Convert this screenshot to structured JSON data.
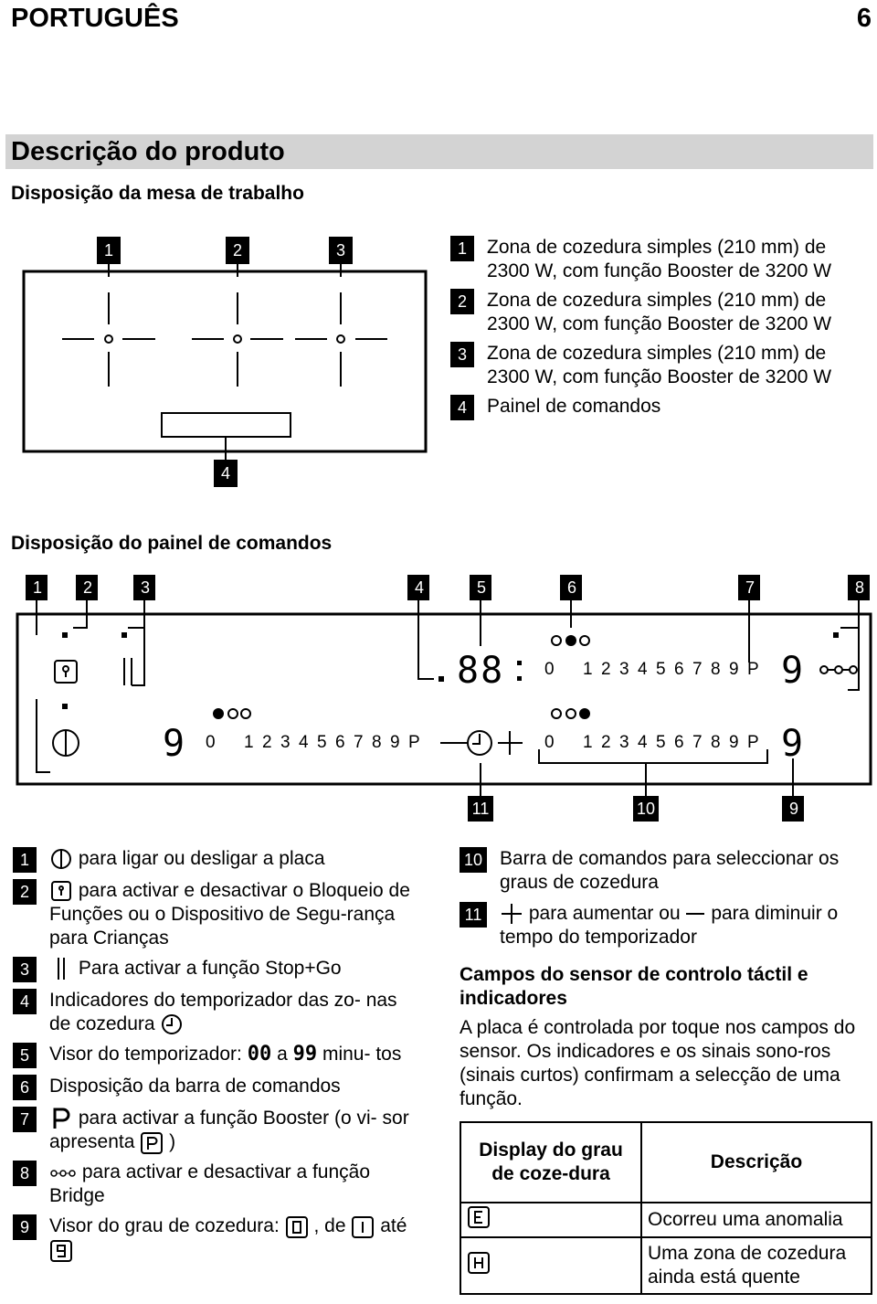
{
  "header": {
    "language": "PORTUGUÊS",
    "page_number": "6"
  },
  "section_title": "Descrição do produto",
  "hob_layout": {
    "title": "Disposição da mesa de trabalho",
    "callouts": [
      "1",
      "2",
      "3",
      "4"
    ],
    "legend": [
      {
        "num": "1",
        "text": "Zona de cozedura simples (210 mm) de 2300 W, com função Booster de 3200 W"
      },
      {
        "num": "2",
        "text": "Zona de cozedura simples (210 mm) de 2300 W, com função Booster de 3200 W"
      },
      {
        "num": "3",
        "text": "Zona de cozedura simples (210 mm) de 2300 W, com função Booster de 3200 W"
      },
      {
        "num": "4",
        "text": "Painel de comandos"
      }
    ]
  },
  "control_panel": {
    "title": "Disposição do painel de comandos",
    "top_callouts": [
      "1",
      "2",
      "3",
      "4",
      "5",
      "6",
      "7",
      "8"
    ],
    "bottom_callouts": [
      "11",
      "10",
      "9"
    ],
    "timer_display": "88",
    "scale": [
      "0",
      "1",
      "2",
      "3",
      "4",
      "5",
      "6",
      "7",
      "8",
      "9",
      "P"
    ],
    "level_display": "9"
  },
  "left_list": [
    {
      "num": "1",
      "text": "para ligar ou desligar a placa"
    },
    {
      "num": "2",
      "text": "para activar e desactivar o Bloqueio de Funções ou o Dispositivo de Segu-rança para Crianças"
    },
    {
      "num": "3",
      "text": "Para activar a função Stop+Go"
    },
    {
      "num": "4",
      "text_a": "Indicadores do temporizador das zo-",
      "text_b": "nas de cozedura"
    },
    {
      "num": "5",
      "text_a": "Visor do temporizador:",
      "mid": "a",
      "text_b": "minu-",
      "text_c": "tos",
      "d1": "00",
      "d2": "99"
    },
    {
      "num": "6",
      "text": "Disposição da barra de comandos"
    },
    {
      "num": "7",
      "text_a": "para activar a função Booster (o vi-",
      "text_b": "sor apresenta",
      "text_c": ")"
    },
    {
      "num": "8",
      "text_a": "para activar e desactivar a função",
      "text_b": "Bridge"
    },
    {
      "num": "9",
      "text_a": "Visor do grau de cozedura:",
      "text_b": ", de",
      "text_c": "até"
    }
  ],
  "right_list": [
    {
      "num": "10",
      "text": "Barra de comandos para seleccionar os graus de cozedura"
    },
    {
      "num": "11",
      "text_a": "para aumentar ou",
      "text_b": "para diminuir",
      "text_c": "o tempo do temporizador"
    }
  ],
  "sensor_section": {
    "title": "Campos do sensor de controlo táctil e indicadores",
    "body": "A placa é controlada por toque nos campos do sensor. Os indicadores e os sinais sono-ros (sinais curtos) confirmam a selecção de uma função."
  },
  "table": {
    "col1_header": "Display do grau de coze-dura",
    "col2_header": "Descrição",
    "rows": [
      {
        "symbol": "E",
        "text": "Ocorreu uma anomalia"
      },
      {
        "symbol": "H",
        "text": "Uma zona de cozedura ainda está quente"
      }
    ]
  }
}
